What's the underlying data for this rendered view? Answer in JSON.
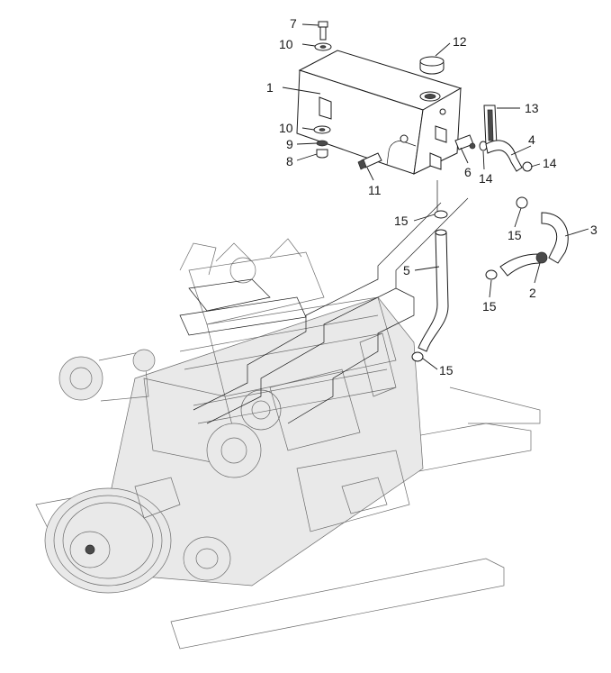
{
  "callouts": [
    {
      "id": "c1",
      "text": "1"
    },
    {
      "id": "c2",
      "text": "2"
    },
    {
      "id": "c3",
      "text": "3"
    },
    {
      "id": "c4",
      "text": "4"
    },
    {
      "id": "c5",
      "text": "5"
    },
    {
      "id": "c6",
      "text": "6"
    },
    {
      "id": "c7",
      "text": "7"
    },
    {
      "id": "c8",
      "text": "8"
    },
    {
      "id": "c9",
      "text": "9"
    },
    {
      "id": "c10a",
      "text": "10"
    },
    {
      "id": "c10b",
      "text": "10"
    },
    {
      "id": "c11",
      "text": "11"
    },
    {
      "id": "c12",
      "text": "12"
    },
    {
      "id": "c13",
      "text": "13"
    },
    {
      "id": "c14a",
      "text": "14"
    },
    {
      "id": "c14b",
      "text": "14"
    },
    {
      "id": "c15a",
      "text": "15"
    },
    {
      "id": "c15b",
      "text": "15"
    },
    {
      "id": "c15c",
      "text": "15"
    },
    {
      "id": "c15d",
      "text": "15"
    }
  ],
  "colors": {
    "line": "#1a1a1a",
    "engine_line": "#6b6b6b",
    "background": "#ffffff"
  }
}
